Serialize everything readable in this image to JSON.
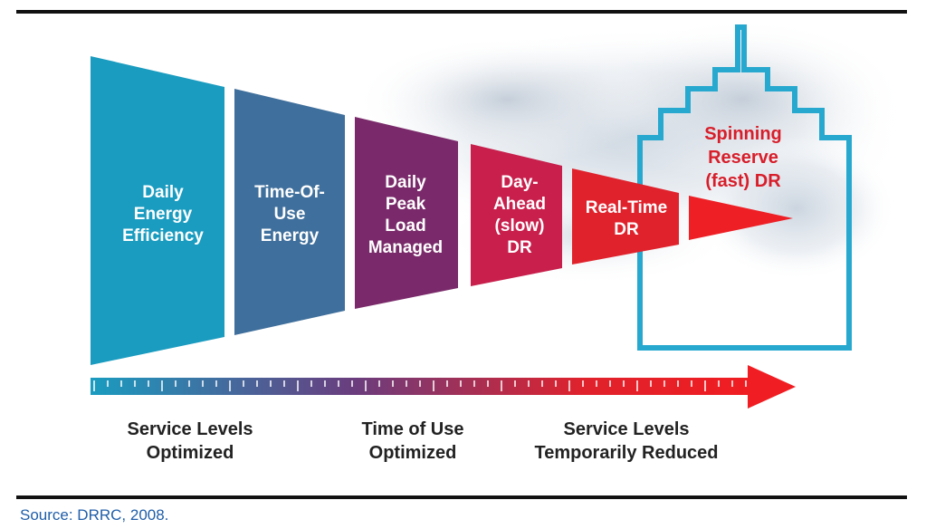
{
  "segments": [
    {
      "lines": [
        "Daily",
        "Energy",
        "Efficiency"
      ],
      "color": "#1a9cc0"
    },
    {
      "lines": [
        "Time-Of-",
        "Use",
        "Energy"
      ],
      "color": "#3f6f9c"
    },
    {
      "lines": [
        "Daily",
        "Peak",
        "Load",
        "Managed"
      ],
      "color": "#7a2a6a"
    },
    {
      "lines": [
        "Day-",
        "Ahead",
        "(slow)",
        "DR"
      ],
      "color": "#c81f4c"
    },
    {
      "lines": [
        "Real-Time",
        "DR"
      ],
      "color": "#e0222c"
    },
    {
      "lines": [],
      "color": "#ee1f25"
    }
  ],
  "tower": {
    "lines": [
      "Spinning",
      "Reserve",
      "(fast) DR"
    ],
    "outline_color": "#27a8cf",
    "text_color": "#d81e2a"
  },
  "axis": {
    "labels": [
      {
        "lines": [
          "Service Levels",
          "Optimized"
        ]
      },
      {
        "lines": [
          "Time of Use",
          "Optimized"
        ]
      },
      {
        "lines": [
          "Service Levels",
          "Temporarily Reduced"
        ]
      }
    ],
    "gradient": [
      "#1a9cc0",
      "#6a3d7e",
      "#e0222c",
      "#f01d22"
    ]
  },
  "source": "Source: DRRC, 2008."
}
